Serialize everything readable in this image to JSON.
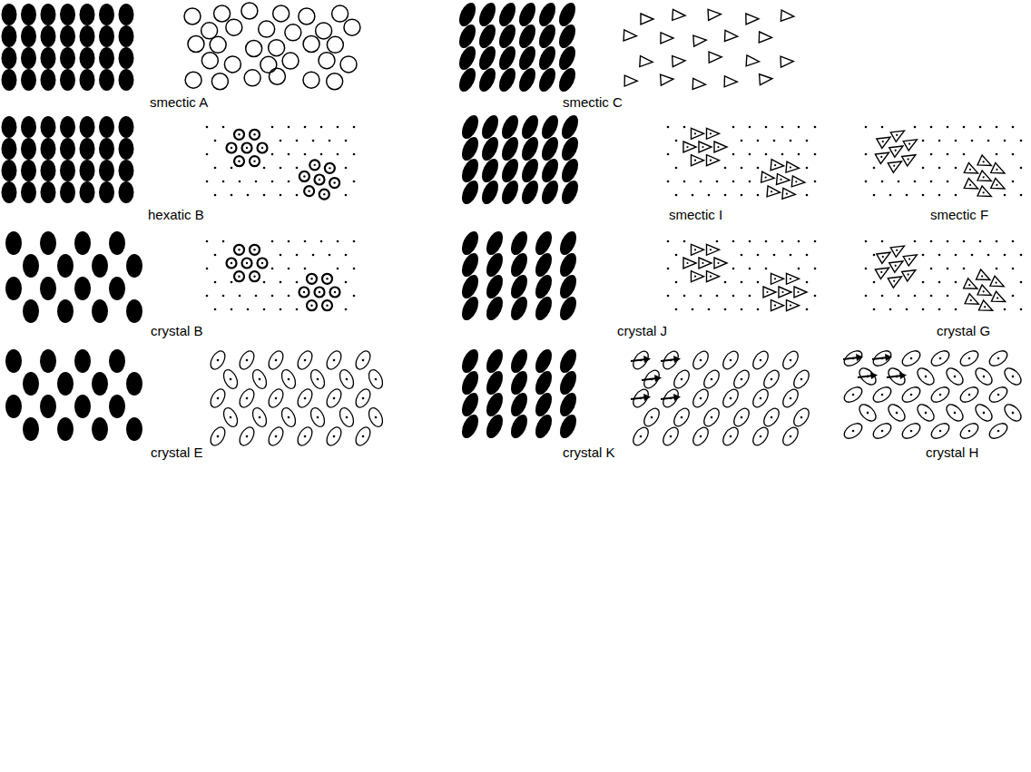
{
  "diagram": {
    "labels": [
      "smectic A",
      "smectic C",
      "hexatic B",
      "smectic I",
      "smectic F",
      "crystal B",
      "crystal J",
      "crystal G",
      "crystal E",
      "crystal K",
      "crystal H"
    ]
  }
}
